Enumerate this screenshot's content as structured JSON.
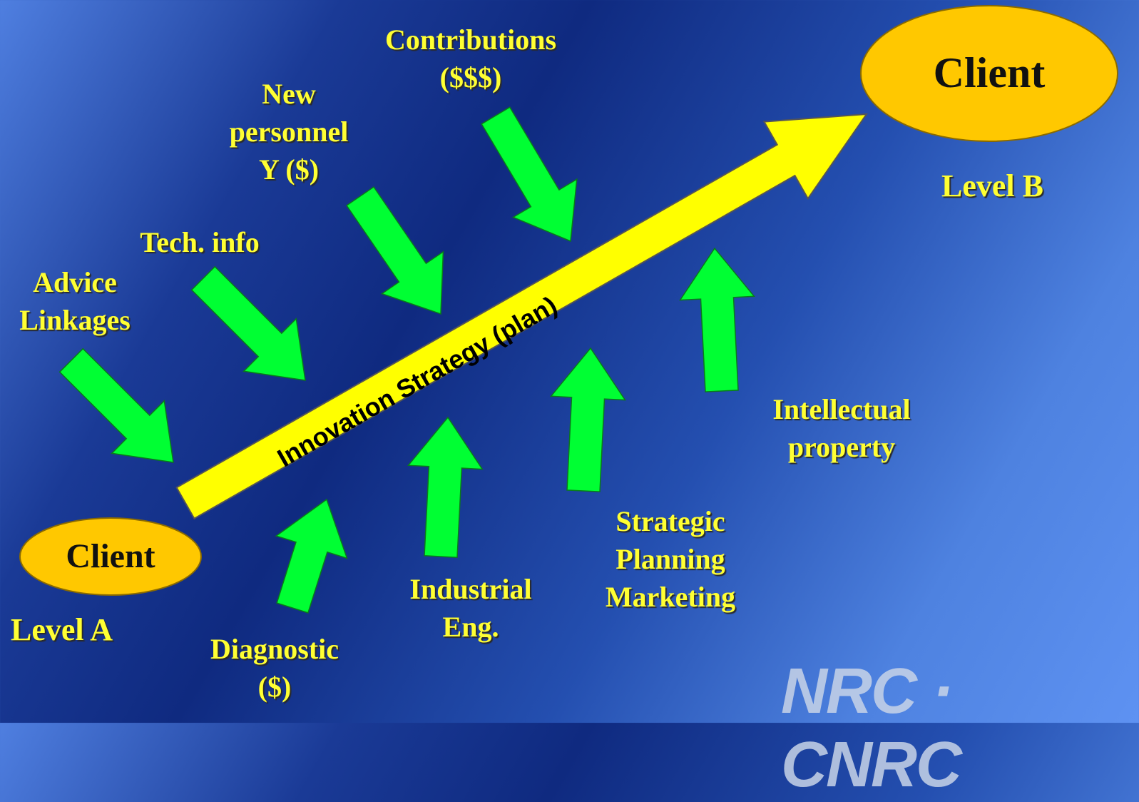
{
  "diagram": {
    "client_start": {
      "label": "Client",
      "level": "Level A"
    },
    "client_end": {
      "label": "Client",
      "level": "Level B"
    },
    "main_arrow_label": "Innovation Strategy (plan)",
    "inputs_above": [
      {
        "id": "advice",
        "text": "Advice\nLinkages"
      },
      {
        "id": "tech",
        "text": "Tech. info"
      },
      {
        "id": "personnel",
        "text": "New\npersonnel\nY ($)"
      },
      {
        "id": "contributions",
        "text": "Contributions\n($$$)"
      }
    ],
    "inputs_below": [
      {
        "id": "diagnostic",
        "text": "Diagnostic\n($)"
      },
      {
        "id": "industrial",
        "text": "Industrial\nEng."
      },
      {
        "id": "strategic",
        "text": "Strategic\nPlanning\nMarketing"
      },
      {
        "id": "ip",
        "text": "Intellectual\nproperty"
      }
    ],
    "logo": "NRC · CNRC"
  },
  "colors": {
    "arrow_main": "#ffff00",
    "arrow_inputs": "#00ff33",
    "client_fill": "#ffc800",
    "label_text": "#ffff33"
  }
}
